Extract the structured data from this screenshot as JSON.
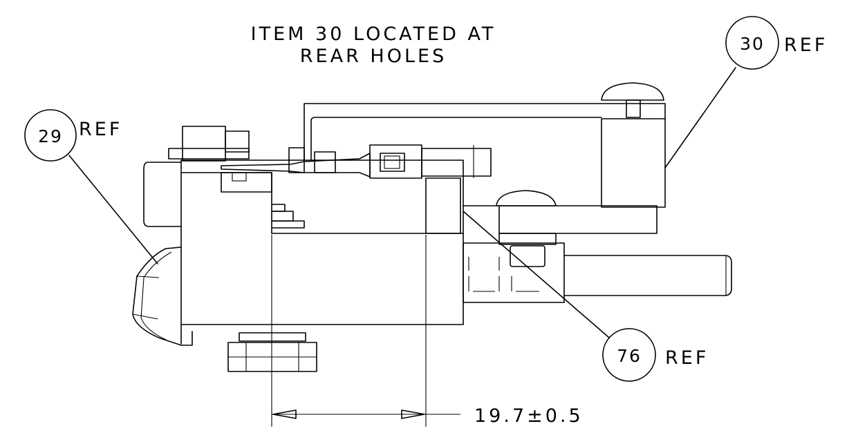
{
  "note": {
    "line1": "ITEM 30 LOCATED AT",
    "line2": "REAR HOLES"
  },
  "callouts": [
    {
      "id": "29",
      "suffix": "REF"
    },
    {
      "id": "30",
      "suffix": "REF"
    },
    {
      "id": "76",
      "suffix": "REF"
    }
  ],
  "dimension": {
    "label": "19.7±0.5"
  }
}
